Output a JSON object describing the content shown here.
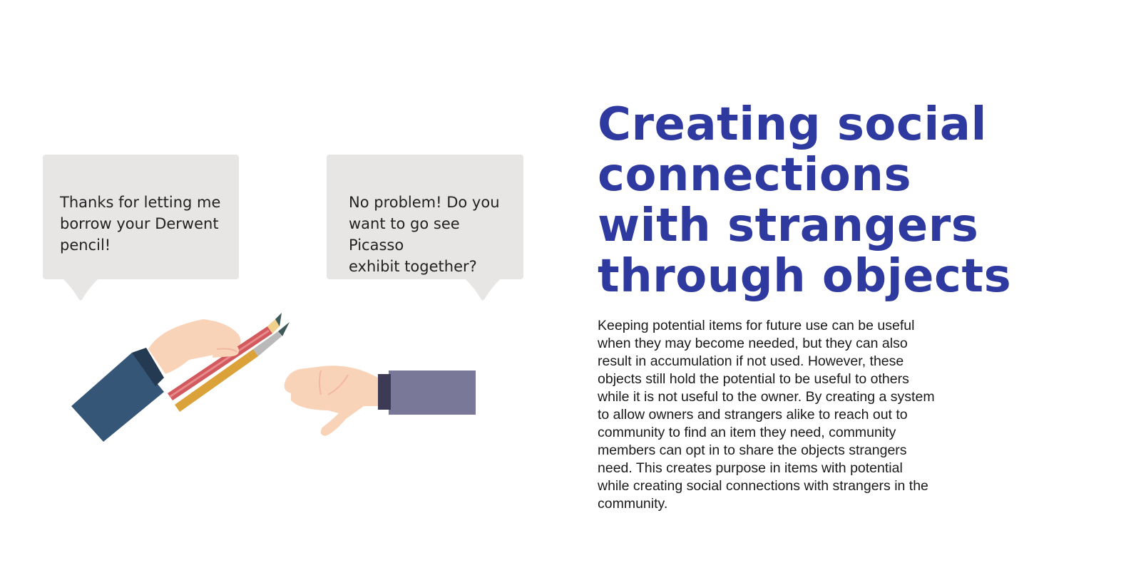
{
  "bubbles": {
    "left_text": "Thanks for letting me\nborrow your Derwent\npencil!",
    "right_text": "No problem! Do you\nwant to go see Picasso\nexhibit together?"
  },
  "heading": {
    "title": "Creating social\nconnections\nwith strangers\nthrough objects"
  },
  "body": {
    "paragraph": "Keeping potential items for future use can be useful\nwhen they may become needed, but they can also\nresult in accumulation if not used. However, these\nobjects still hold the potential to be useful to others\nwhile it is not useful to the owner. By creating a system\nto allow owners and strangers alike to reach out to\ncommunity to find an item they need, community\nmembers can opt in to share the objects strangers\nneed. This creates purpose in items with potential\nwhile creating social connections with strangers in the\ncommunity."
  },
  "colors": {
    "title": "#2e3a9f",
    "bubble": "#e7e6e5",
    "left_sleeve": "#365677",
    "right_sleeve": "#7a7899",
    "skin": "#f9d3b8",
    "pencil_red": "#d25a5e",
    "pencil_yellow": "#dca23a"
  },
  "icons": [
    "hand-holding-pencils-illustration",
    "open-hand-illustration"
  ]
}
